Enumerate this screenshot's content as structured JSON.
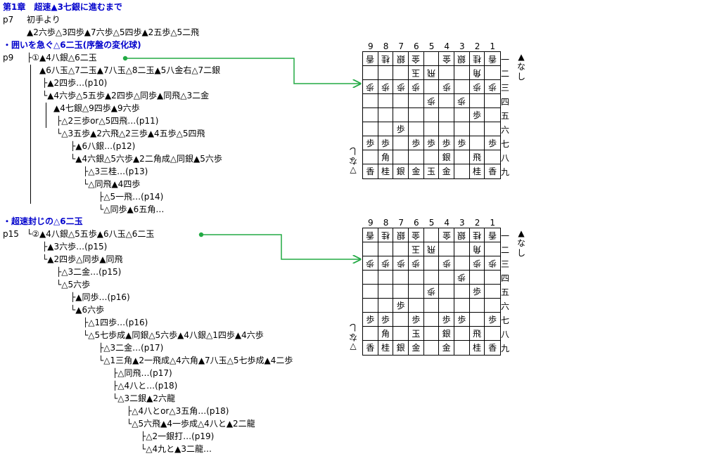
{
  "chapter_title": "第1章　超速▲3七銀に進むまで",
  "sections": [
    {
      "header": "・囲いを急ぐ△6二玉(序盤の変化球)",
      "lines": []
    },
    {
      "header": "・超速封じの△6二玉",
      "lines": []
    }
  ],
  "intro": {
    "page": "p7",
    "title": "初手より",
    "moves": "▲2六歩△3四歩▲7六歩△5四歩▲2五歩△5二飛"
  },
  "tree1": {
    "page": "p9",
    "lines": [
      "├①▲4八銀△6二玉",
      "▲6八玉△7二玉▲7八玉△8二玉▲5八金右△7二銀",
      "├▲2四歩…(p10)",
      "└▲4六歩△5五歩▲2四歩△同歩▲同飛△3二金",
      "▲4七銀△9四歩▲9六歩",
      "├△2三歩or△5四飛…(p11)",
      "└△3五歩▲2六飛△2三歩▲4五歩△5四飛",
      "├▲6八銀…(p12)",
      "└▲4六銀△5六歩▲2二角成△同銀▲5六歩",
      "├△3三桂…(p13)",
      "└△同飛▲4四歩",
      "├△5一飛…(p14)",
      "└△同歩▲6五角…"
    ]
  },
  "tree2": {
    "page": "p15",
    "lines": [
      "└②▲4八銀△5五歩▲6八玉△6二玉",
      "├▲3六歩…(p15)",
      "└▲2四歩△同歩▲同飛",
      "├△3二金…(p15)",
      "└△5六歩",
      "├▲同歩…(p16)",
      "└▲6六歩",
      "├△1四歩…(p16)",
      "└△5七歩成▲同銀△5六歩▲4八銀△1四歩▲4六歩",
      "├△3二金…(p17)",
      "└△1三角▲2一飛成△4六角▲7八玉△5七歩成▲4二歩",
      "├△同飛…(p17)",
      "├△4八と…(p18)",
      "└△3二銀▲2六龍",
      "├△4八とor△3五角…(p18)",
      "└△5六飛▲4一歩成△4八と▲2二龍",
      "├△2一銀打…(p19)",
      "└△4九と▲3二龍…"
    ]
  },
  "board_columns": [
    "9",
    "8",
    "7",
    "6",
    "5",
    "4",
    "3",
    "2",
    "1"
  ],
  "board_rows": [
    "一",
    "二",
    "三",
    "四",
    "五",
    "六",
    "七",
    "八",
    "九"
  ],
  "board1": {
    "sente_hand": [
      "▲",
      "な",
      "し"
    ],
    "gote_hand": [
      "▽",
      "な",
      "し"
    ],
    "cells": [
      [
        "v香",
        "v桂",
        "v銀",
        "v金",
        "",
        "v金",
        "v銀",
        "v桂",
        "v香"
      ],
      [
        "",
        "",
        "",
        "v玉",
        "v飛",
        "",
        "",
        "v角",
        ""
      ],
      [
        "v歩",
        "v歩",
        "v歩",
        "v歩",
        "",
        "v歩",
        "",
        "v歩",
        "v歩"
      ],
      [
        "",
        "",
        "",
        "",
        "v歩",
        "",
        "v歩",
        "",
        ""
      ],
      [
        "",
        "",
        "",
        "",
        "",
        "",
        "",
        "歩",
        ""
      ],
      [
        "",
        "",
        "歩",
        "",
        "",
        "",
        "",
        "",
        ""
      ],
      [
        "歩",
        "歩",
        "",
        "歩",
        "歩",
        "歩",
        "歩",
        "",
        "歩"
      ],
      [
        "",
        "角",
        "",
        "",
        "",
        "銀",
        "",
        "飛",
        ""
      ],
      [
        "香",
        "桂",
        "銀",
        "金",
        "玉",
        "金",
        "",
        "桂",
        "香"
      ]
    ]
  },
  "board2": {
    "sente_hand": [
      "▲",
      "な",
      "し"
    ],
    "gote_hand": [
      "▽",
      "な",
      "し"
    ],
    "cells": [
      [
        "v香",
        "v桂",
        "v銀",
        "v金",
        "",
        "v金",
        "v銀",
        "v桂",
        "v香"
      ],
      [
        "",
        "",
        "",
        "v玉",
        "v飛",
        "",
        "",
        "v角",
        ""
      ],
      [
        "v歩",
        "v歩",
        "v歩",
        "v歩",
        "",
        "v歩",
        "",
        "v歩",
        "v歩"
      ],
      [
        "",
        "",
        "",
        "",
        "",
        "",
        "v歩",
        "",
        ""
      ],
      [
        "",
        "",
        "",
        "",
        "v歩",
        "",
        "",
        "歩",
        ""
      ],
      [
        "",
        "",
        "歩",
        "",
        "",
        "",
        "",
        "",
        ""
      ],
      [
        "歩",
        "歩",
        "",
        "歩",
        "",
        "歩",
        "歩",
        "",
        "歩"
      ],
      [
        "",
        "角",
        "",
        "玉",
        "",
        "銀",
        "",
        "飛",
        ""
      ],
      [
        "香",
        "桂",
        "銀",
        "金",
        "",
        "金",
        "",
        "桂",
        "香"
      ]
    ]
  },
  "colors": {
    "header": "#0000cc",
    "arrow": "#22aa44"
  }
}
